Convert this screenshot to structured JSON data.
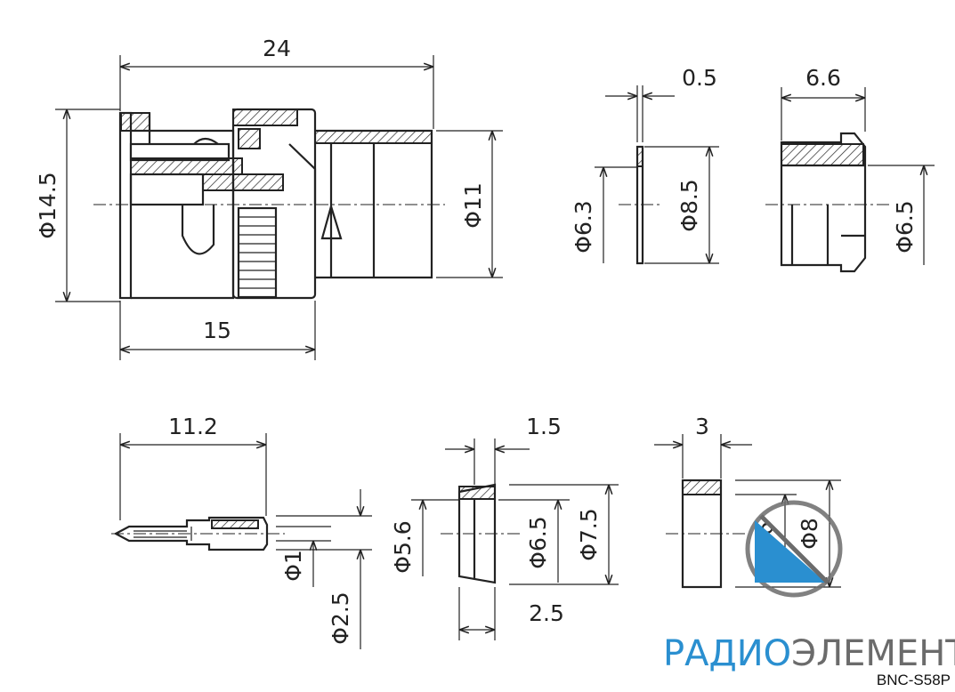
{
  "dimensions": {
    "overall_length": "24",
    "body_length": "15",
    "outer_diameter": "Φ14.5",
    "body_diameter": "Φ11",
    "washer_thickness": "0.5",
    "washer_inner": "Φ6.3",
    "washer_outer": "Φ8.5",
    "nut_length": "6.6",
    "nut_diameter": "Φ6.5",
    "pin_length": "11.2",
    "pin_small": "Φ1",
    "pin_large": "Φ2.5",
    "insulator_length": "1.5",
    "insulator_d1": "Φ5.6",
    "insulator_d2": "Φ6.5",
    "insulator_d3": "Φ7.5",
    "insulator_bottom": "2.5",
    "ferrule_length": "3",
    "ferrule_inner": "Φ6",
    "ferrule_outer": "Φ8"
  },
  "brand": {
    "part1": "РАДИО",
    "part2": "ЭЛЕМЕНТ",
    "color_primary": "#2a8fd0",
    "color_secondary": "#6b6b6b"
  },
  "model": "BNC-S58P"
}
